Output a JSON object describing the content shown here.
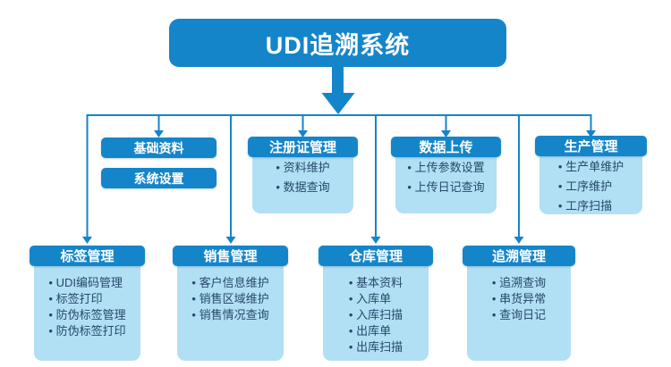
{
  "title": "UDI追溯系统",
  "bullet_char": "•",
  "colors": {
    "primary_blue": "#1585c9",
    "panel_light_blue": "#b1dff4",
    "header_text": "#ffffff",
    "body_text": "#26496b",
    "background": "#ffffff"
  },
  "modules": {
    "basic": {
      "buttons": [
        "基础资料",
        "系统设置"
      ]
    },
    "registration": {
      "title": "注册证管理",
      "items": [
        "资料维护",
        "数据查询"
      ]
    },
    "upload": {
      "title": "数据上传",
      "items": [
        "上传参数设置",
        "上传日记查询"
      ]
    },
    "production": {
      "title": "生产管理",
      "items": [
        "生产单维护",
        "工序维护",
        "工序扫描"
      ]
    },
    "label": {
      "title": "标签管理",
      "items": [
        "UDI编码管理",
        "标签打印",
        "防伪标签管理",
        "防伪标签打印"
      ]
    },
    "sales": {
      "title": "销售管理",
      "items": [
        "客户信息维护",
        "销售区域维护",
        "销售情况查询"
      ]
    },
    "warehouse": {
      "title": "仓库管理",
      "items": [
        "基本资料",
        "入库单",
        "入库扫描",
        "出库单",
        "出库扫描"
      ]
    },
    "trace": {
      "title": "追溯管理",
      "items": [
        "追溯查询",
        "串货异常",
        "查询日记"
      ]
    }
  }
}
